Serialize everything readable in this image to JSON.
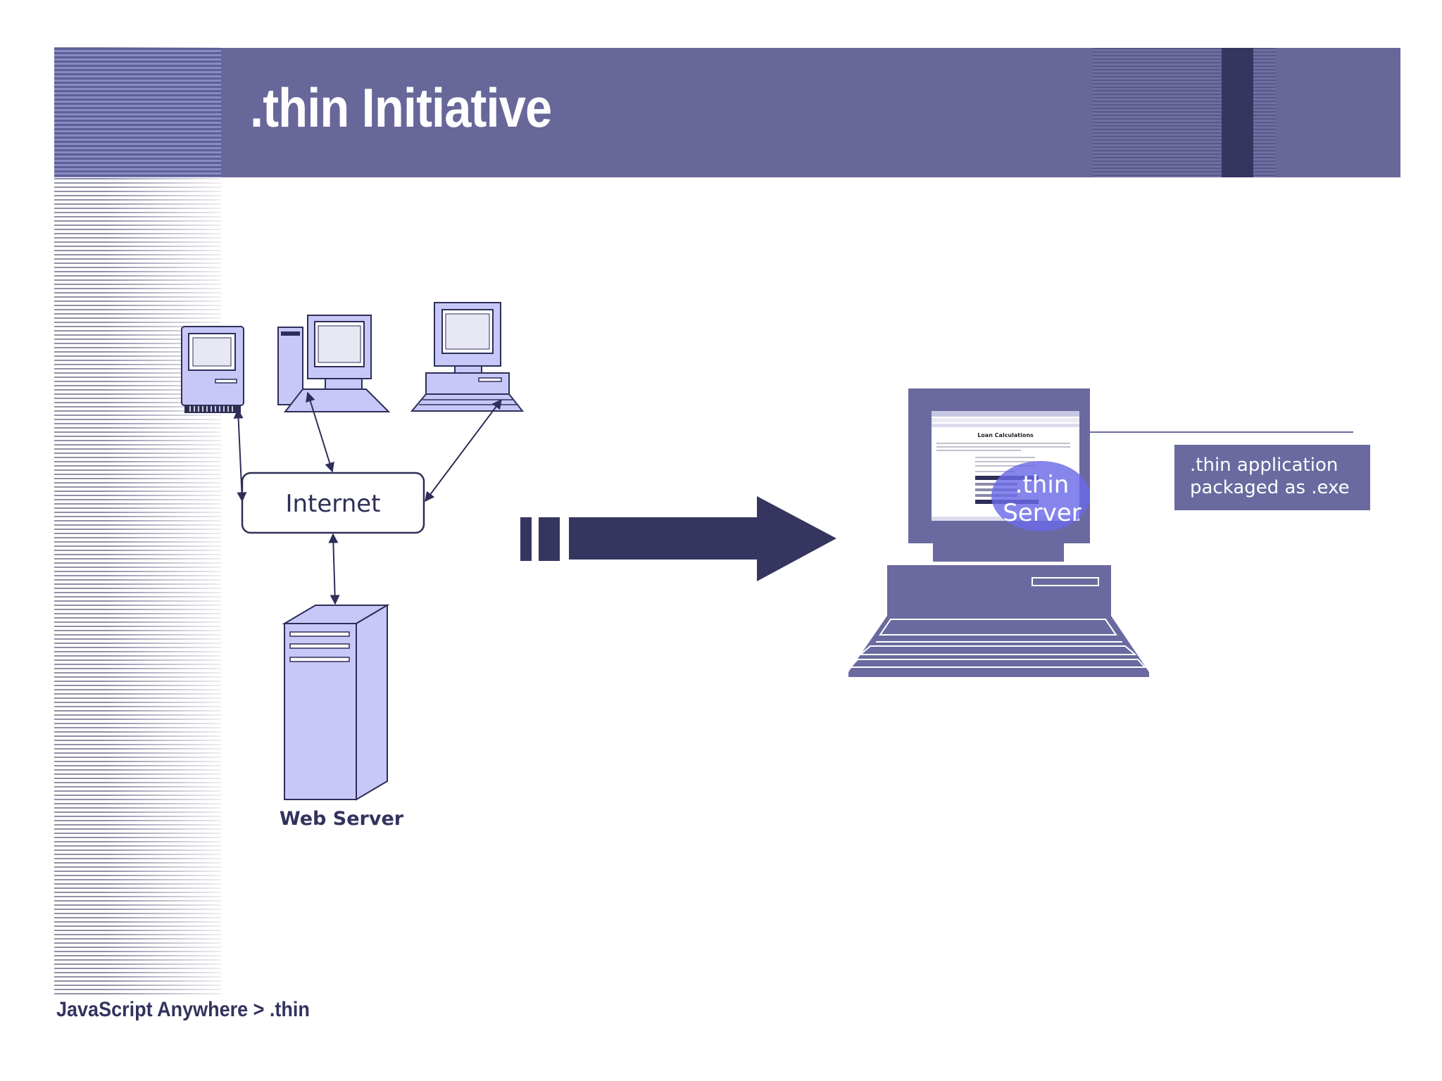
{
  "title": ".thin Initiative",
  "footer": "JavaScript Anywhere > .thin",
  "diagram": {
    "internet_label": "Internet",
    "web_server_label": "Web Server",
    "callout_lines": [
      ".thin application",
      "packaged as .exe"
    ],
    "badge_lines": [
      ".thin",
      "Server"
    ],
    "screen_title": "Loan Calculations"
  },
  "colors": {
    "header": "#67679a",
    "accent_dark": "#33335e",
    "device_fill": "#c8c8f8",
    "outline": "#2e2e58",
    "large_pc": "#6a6aa0",
    "badge": "#6a6ae6"
  }
}
